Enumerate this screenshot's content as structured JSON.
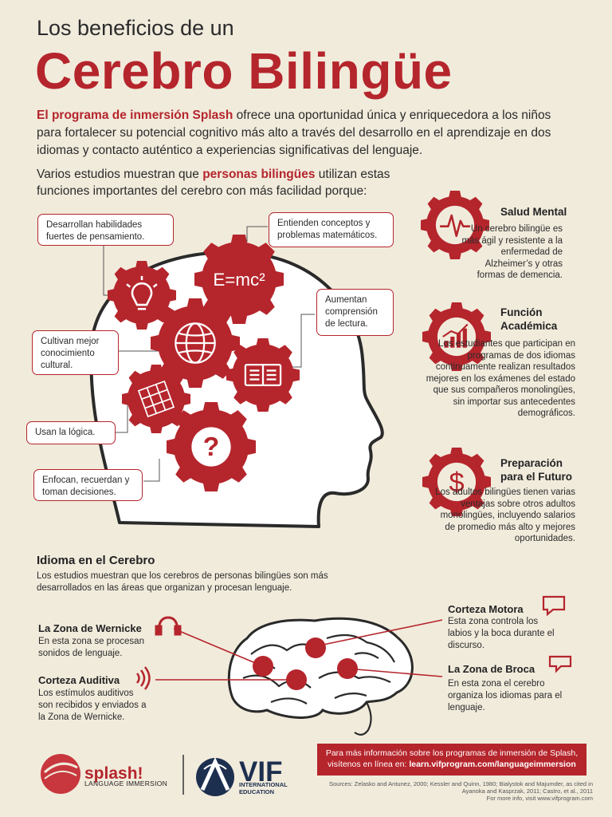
{
  "title": {
    "small": "Los beneficios de un",
    "big": "Cerebro Bilingüe"
  },
  "intro": {
    "highlight": "El programa de inmersión Splash",
    "text": " ofrece una oportunidad única y enriquecedora a los niños para fortalecer su potencial cognitivo más alto a través del desarrollo en el aprendizaje en dos idiomas y contacto auténtico a experiencias significativas del lenguaje."
  },
  "study": {
    "pre": "Varios estudios muestran que ",
    "highlight": "personas bilingües",
    "post": " utilizan estas funciones importantes del cerebro con más facilidad porque:"
  },
  "boxes": {
    "thinking": "Desarrollan habilidades fuertes de pensamiento.",
    "math": "Entienden conceptos y problemas matemáticos.",
    "reading": "Aumentan comprensión de lectura.",
    "culture": "Cultivan mejor conocimiento cultural.",
    "logic": "Usan la lógica.",
    "focus": "Enfocan, recuerdan y toman decisiones."
  },
  "gear_labels": {
    "emc2": "E=mc²",
    "question": "?"
  },
  "side": {
    "mental": {
      "title": "Salud Mental",
      "text": "Un cerebro bilingüe es más ágil y resistente a la enfermedad de Alzheimer’s y otras formas de demencia."
    },
    "academic": {
      "title": "Función Académica",
      "text": "Los estudiantes que participan en programas de dos idiomas continuamente realizan resultados mejores en los exámenes del estado que sus compañeros monolingües, sin importar sus antecedentes demográficos."
    },
    "future": {
      "title": "Preparación para el Futuro",
      "text": "Los adultos bilingües tienen varias ventajas sobre otros adultos monolingües, incluyendo salarios de promedio más alto y mejores oportunidades."
    }
  },
  "language": {
    "title": "Idioma en el Cerebro",
    "text": "Los estudios muestran que los cerebros de personas bilingües son más desarrollados en las áreas que organizan y procesan lenguaje."
  },
  "zones": {
    "wernicke": {
      "title": "La Zona de Wernicke",
      "text": "En esta zona se procesan sonidos de lenguaje."
    },
    "auditiva": {
      "title": "Corteza Auditiva",
      "text": "Los estímulos auditivos son recibidos y enviados a la Zona de Wernicke."
    },
    "motora": {
      "title": "Corteza Motora",
      "text": "Esta zona controla los labios y la boca durante el discurso."
    },
    "broca": {
      "title": "La Zona de Broca",
      "text": "En esta zona el cerebro organiza los idiomas para el lenguaje."
    }
  },
  "info": {
    "line1": "Para más información sobre los programas de inmersión de Splash,",
    "line2_pre": "visítenos en línea en: ",
    "url": "learn.vifprogram.com/languageimmersion"
  },
  "sources": {
    "line1": "Sources: Zelasko and Antunez, 2000; Kessler and Quinn, 1980; Bialystok and Majumder, as cited in",
    "line2": "Ayanoka and Kasprzak, 2011; Castro, et al., 2011",
    "line3": "For more info, visit www.vifprogram.com"
  },
  "logos": {
    "splash": "splash!",
    "splash_sub": "LANGUAGE IMMERSION",
    "vif": "VIF",
    "vif_sub1": "INTERNATIONAL",
    "vif_sub2": "EDUCATION"
  },
  "colors": {
    "accent": "#b5252c",
    "background": "#f1ebdc",
    "navy": "#1d2f4f"
  }
}
